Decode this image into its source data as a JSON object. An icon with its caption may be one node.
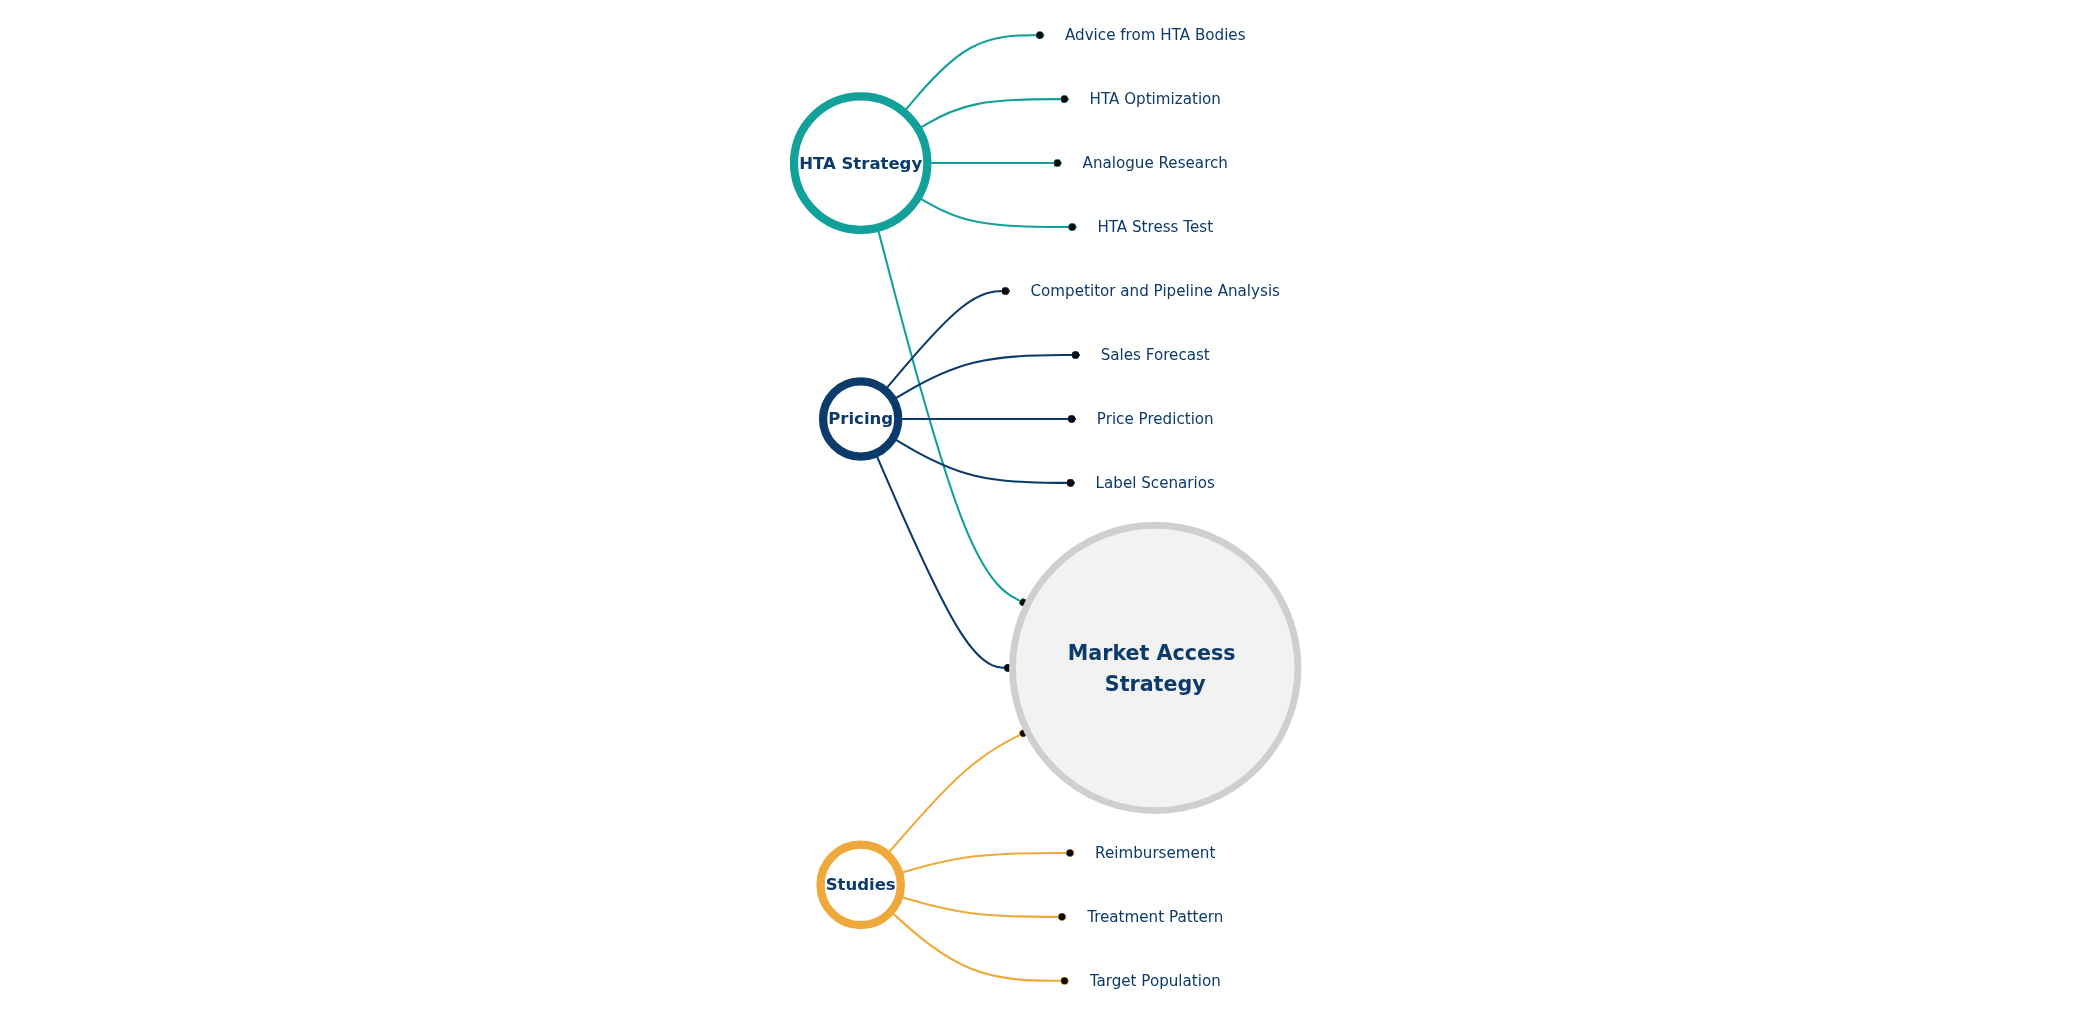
{
  "diagram": {
    "nodes": [
      {
        "text": [
          "Market Access Strategy"
        ]
      },
      {
        "text": [
          "HTA Strategy"
        ]
      },
      {
        "text": [
          "Pricing"
        ]
      },
      {
        "text": [
          "Studies"
        ]
      },
      {
        "text": [
          "HTA Stress Test"
        ]
      },
      {
        "text": [
          "Analogue Research"
        ]
      },
      {
        "text": [
          "HTA Optimization"
        ]
      },
      {
        "text": [
          "Advice from HTA Bodies"
        ]
      },
      {
        "text": [
          "Label Scenarios"
        ]
      },
      {
        "text": [
          "Price Prediction"
        ]
      },
      {
        "text": [
          "Sales Forecast"
        ]
      },
      {
        "text": [
          "Competitor and Pipeline Analysis"
        ]
      },
      {
        "text": [
          "Target Population"
        ]
      },
      {
        "text": [
          "Treatment Pattern"
        ]
      },
      {
        "text": [
          "Reimbursement"
        ]
      }
    ],
    "edges": [
      {
        "from": 1,
        "to": 0,
        "arrow": "other",
        "color": "#12a09a"
      },
      {
        "from": 2,
        "to": 0,
        "arrow": "other",
        "color": "#0b3a6b"
      },
      {
        "from": 3,
        "to": 0,
        "arrow": "other",
        "color": "#efa93b"
      },
      {
        "from": 1,
        "to": 4,
        "arrow": "other",
        "color": "#12a09a"
      },
      {
        "from": 1,
        "to": 5,
        "arrow": "other",
        "color": "#12a09a"
      },
      {
        "from": 1,
        "to": 6,
        "arrow": "other",
        "color": "#12a09a"
      },
      {
        "from": 1,
        "to": 7,
        "arrow": "other",
        "color": "#12a09a"
      },
      {
        "from": 2,
        "to": 8,
        "arrow": "other",
        "color": "#0b3a6b"
      },
      {
        "from": 2,
        "to": 9,
        "arrow": "other",
        "color": "#0b3a6b"
      },
      {
        "from": 2,
        "to": 10,
        "arrow": "other",
        "color": "#0b3a6b"
      },
      {
        "from": 2,
        "to": 11,
        "arrow": "other",
        "color": "#0b3a6b"
      },
      {
        "from": 3,
        "to": 12,
        "arrow": "other",
        "color": "#efa93b"
      },
      {
        "from": 3,
        "to": 13,
        "arrow": "other",
        "color": "#efa93b"
      },
      {
        "from": 3,
        "to": 14,
        "arrow": "other",
        "color": "#efa93b"
      }
    ]
  }
}
